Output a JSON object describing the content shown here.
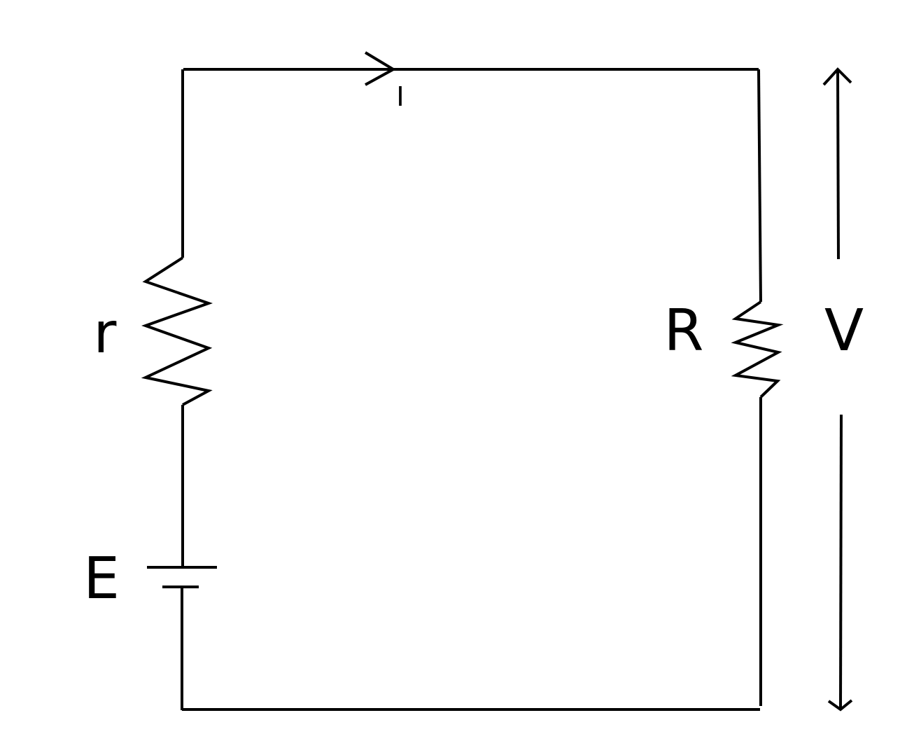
{
  "colors": {
    "line": "#000000",
    "background": "#ffffff"
  },
  "labels": {
    "current": "I",
    "internal_resistance": "r",
    "emf": "E",
    "load_resistance": "R",
    "voltage": "V"
  }
}
